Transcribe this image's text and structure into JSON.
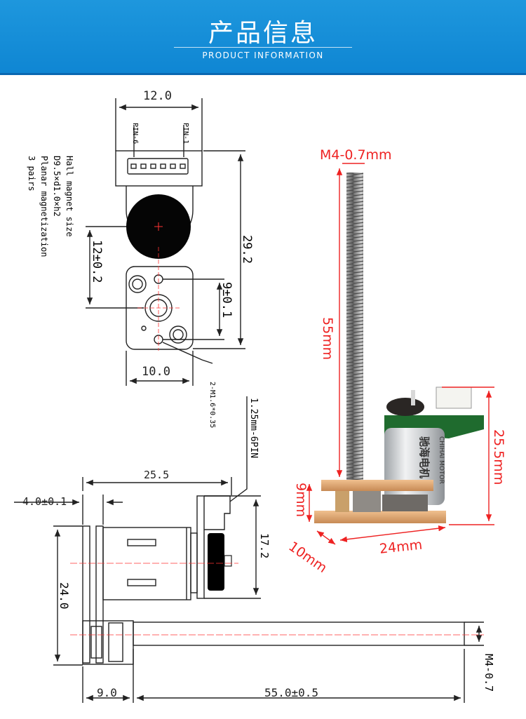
{
  "header": {
    "title_cn": "产品信息",
    "title_en": "PRODUCT INFORMATION"
  },
  "top_view": {
    "width_label": "12.0",
    "pin_left": "PIN-6",
    "pin_right": "PIN-1",
    "height_label": "29.2",
    "magnet_offset_label": "12±0.2",
    "hole_spacing_label": "9±0.1",
    "base_width_label": "10.0",
    "screw_label": "2-M1.6*0.35"
  },
  "magnet_note": {
    "line1": "Hall magnet size",
    "line2": "D9.5×d1.0×h2",
    "line3": "Planar magnetization",
    "line4": "3 pairs"
  },
  "side_view": {
    "connector_label": "1.25mm-6PIN",
    "body_length_label": "25.5",
    "plate_label": "4.0±0.1",
    "board_height_label": "17.2",
    "total_height_label": "24.0",
    "gearbox_length_label": "9.0",
    "shaft_length_label": "55.0±0.5",
    "thread_label": "M4-0.7"
  },
  "photo": {
    "thread_label": "M4-0.7mm",
    "shaft_label": "55mm",
    "height_label": "25.5mm",
    "gear_height_label": "9mm",
    "depth_label": "10mm",
    "length_label": "24mm",
    "brand_cn": "驰海电机",
    "brand_en": "CHIHAI MOTOR"
  },
  "colors": {
    "header_blue": "#1690d8",
    "dimension_red": "#ee2222",
    "pcb_green": "#1f6b2e",
    "brass": "#d9a066"
  }
}
